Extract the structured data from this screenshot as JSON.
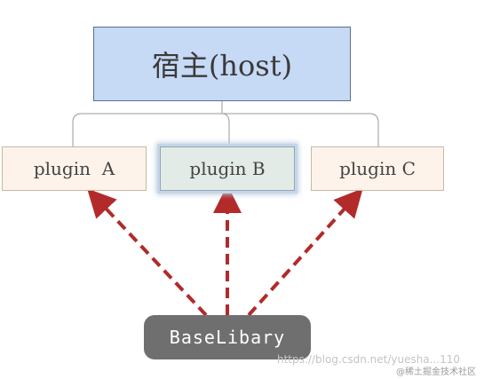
{
  "host": {
    "label": "宿主(host)"
  },
  "plugins": [
    {
      "label": "plugin  A"
    },
    {
      "label": "plugin B"
    },
    {
      "label": "plugin C"
    }
  ],
  "base": {
    "label": "BaseLibary"
  },
  "watermarks": {
    "url": "https://blog.csdn.net/yuesha...110",
    "brand": "@稀土掘金技术社区"
  },
  "colors": {
    "host_fill": "#c6d9f5",
    "plugin_fill": "#fdf3ea",
    "base_fill": "#6f6f6f",
    "arrow": "#b22a2a"
  }
}
